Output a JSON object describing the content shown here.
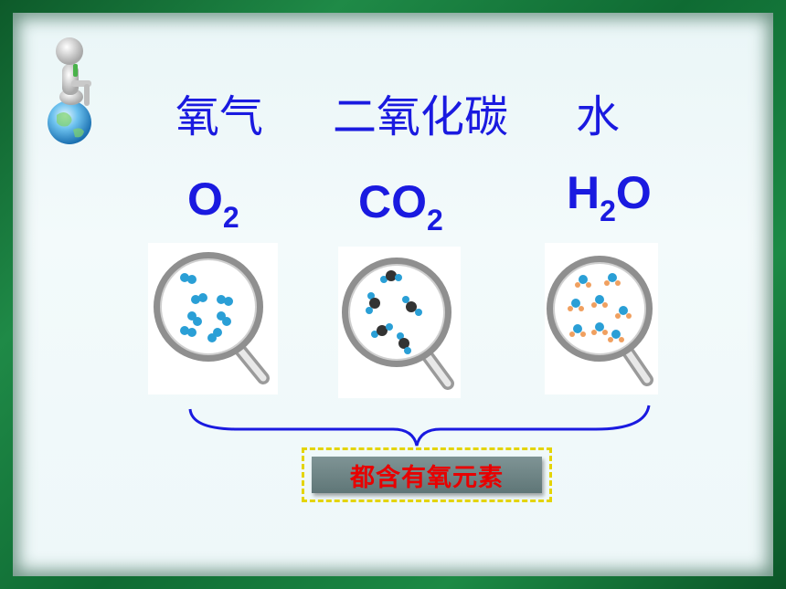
{
  "titles": {
    "oxygen": "氧气",
    "carbon_dioxide": "二氧化碳",
    "water": "水"
  },
  "formulas": {
    "o2": {
      "main": "O",
      "sub": "2",
      "tail": ""
    },
    "co2": {
      "main": "CO",
      "sub": "2",
      "tail": ""
    },
    "h2o": {
      "main": "H",
      "sub": "2",
      "tail": "O"
    }
  },
  "conclusion": "都含有氧元素",
  "colors": {
    "title_blue": "#1a1ae0",
    "frame_green": "#0f6b33",
    "label_red": "#e80000",
    "dash_yellow": "#e4d400",
    "atom_blue": "#2a9fd6",
    "atom_black": "#333333",
    "atom_orange": "#f0a060"
  },
  "icons": {
    "mascot": "thinker-on-globe-icon",
    "magnifier": "magnifying-glass-icon",
    "brace": "curly-brace-icon"
  }
}
